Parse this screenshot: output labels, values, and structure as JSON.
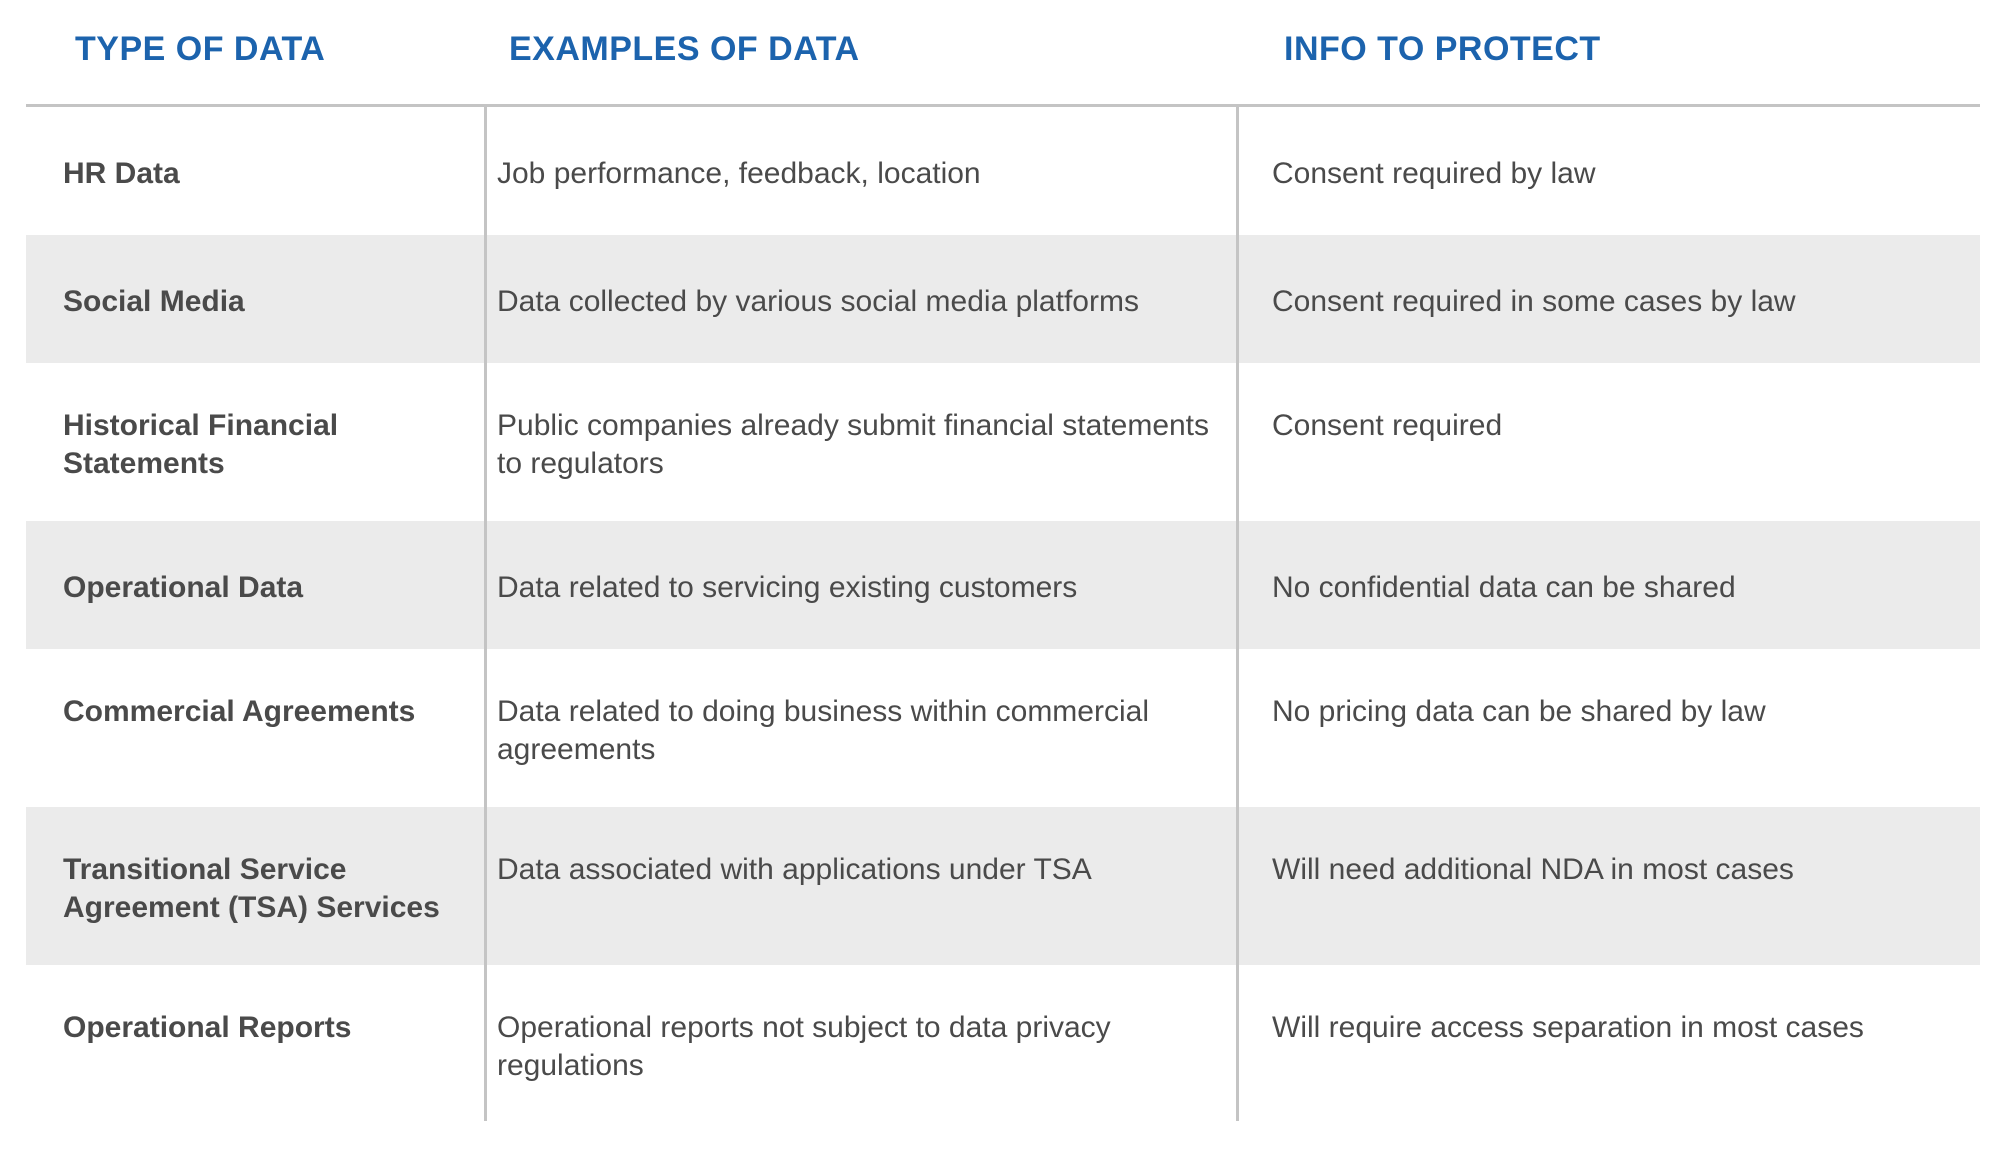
{
  "headers": {
    "type": "TYPE OF DATA",
    "examples": "EXAMPLES OF DATA",
    "protect": "INFO TO PROTECT"
  },
  "rows": [
    {
      "type": "HR Data",
      "examples": "Job performance, feedback, location",
      "protect": "Consent required by law"
    },
    {
      "type": "Social Media",
      "examples": "Data collected by various social media platforms",
      "protect": "Consent required in some cases by law"
    },
    {
      "type": "Historical Financial Statements",
      "examples": "Public companies already submit financial statements to regulators",
      "protect": "Consent required"
    },
    {
      "type": "Operational Data",
      "examples": "Data related to servicing existing customers",
      "protect": "No confidential data can be shared"
    },
    {
      "type": "Commercial Agreements",
      "examples": "Data related to doing business within commercial agreements",
      "protect": "No pricing data can be shared by law"
    },
    {
      "type": "Transitional Service Agreement (TSA) Services",
      "examples": "Data associated with applications under TSA",
      "protect": "Will need additional NDA in most cases"
    },
    {
      "type": "Operational Reports",
      "examples": "Operational reports not subject to data privacy regulations",
      "protect": "Will require access separation in most cases"
    }
  ],
  "colors": {
    "header_text": "#1c63ad",
    "body_text": "#4a4a4a",
    "shaded_row": "#ebebeb",
    "rule": "#c4c4c4"
  }
}
